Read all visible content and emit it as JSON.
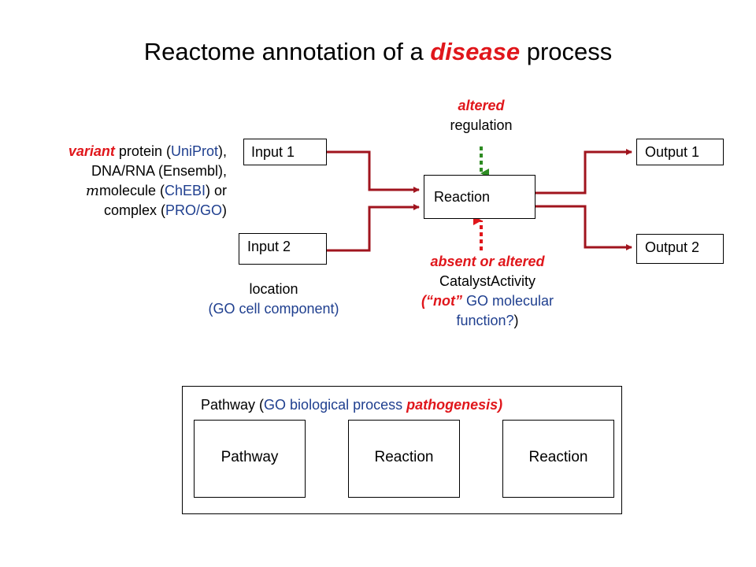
{
  "title": {
    "pre": "Reactome annotation of a ",
    "emph": "disease",
    "post": " process"
  },
  "variant": {
    "l1_emph": "variant",
    "l1_a": " protein (",
    "l1_link": "UniProt",
    "l1_b": "),",
    "l2": "DNA/RNA (Ensembl),",
    "l3_mu": "m",
    "l3_a": "molecule (",
    "l3_link": "ChEBI",
    "l3_b": ") or",
    "l4_a": "complex (",
    "l4_link": "PRO/GO",
    "l4_b": ")"
  },
  "inputs": [
    "Input 1",
    "Input 2"
  ],
  "outputs": [
    "Output 1",
    "Output 2"
  ],
  "reaction": "Reaction",
  "regulation": {
    "emph": "altered",
    "text": "regulation"
  },
  "location": {
    "l1": "location",
    "l2": "(GO cell component)"
  },
  "catalyst": {
    "l1": "absent or altered",
    "l2": "CatalystActivity",
    "l3_open": "(",
    "l3_emph": "“not”",
    "l3_rest": " GO molecular",
    "l4_a": "function?",
    "l4_b": ")"
  },
  "pathway_panel": {
    "caption_a": "Pathway (",
    "caption_link": "GO biological process",
    "caption_emph": " pathogenesis)",
    "boxes": [
      "Pathway",
      "Reaction",
      "Reaction"
    ]
  },
  "colors": {
    "connector": "#a0141e",
    "title_accent": "#e0161b",
    "link_blue": "#1f3f8f",
    "regulation_arrow": "#2e8b23",
    "catalyst_arrow": "#e0161b"
  }
}
